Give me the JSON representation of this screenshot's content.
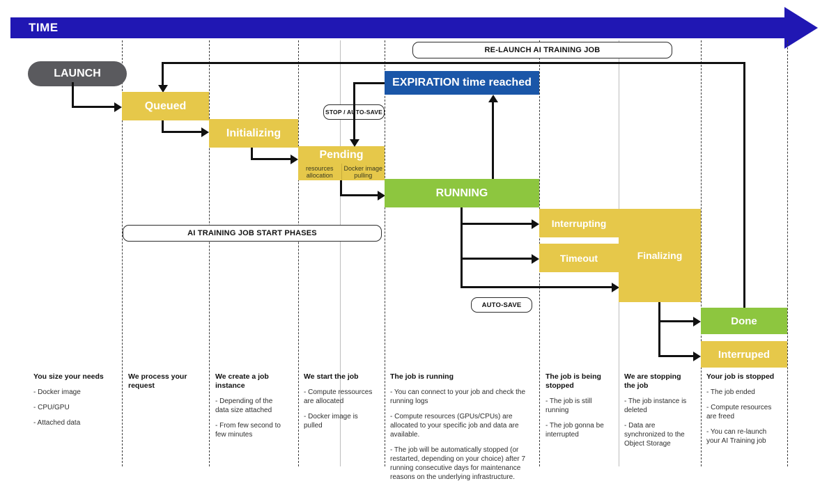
{
  "header": {
    "time_label": "TIME"
  },
  "colors": {
    "banner": "#2017b3",
    "yellow": "#e6c84a",
    "green": "#8dc63f",
    "blue": "#1a56a8",
    "gray": "#5a5a5e"
  },
  "nodes": {
    "launch": "LAUNCH",
    "queued": "Queued",
    "initializing": "Initializing",
    "pending": "Pending",
    "pending_sub_1": "resources allocation",
    "pending_sub_2": "Docker image pulling",
    "expiration": "EXPIRATION time reached",
    "running": "RUNNING",
    "interrupting": "Interrupting",
    "timeout": "Timeout",
    "finalizing": "Finalizing",
    "done": "Done",
    "interrupted": "Interruped"
  },
  "callouts": {
    "relaunch": "RE-LAUNCH AI TRAINING JOB",
    "start_phases": "AI TRAINING JOB START PHASES",
    "stop_autosave": "STOP / AUTO-SAVE",
    "autosave": "AUTO-SAVE"
  },
  "notes": [
    {
      "title": "You size your needs",
      "bullets": [
        "- Docker image",
        "- CPU/GPU",
        "- Attached data"
      ]
    },
    {
      "title": "We process your request",
      "bullets": []
    },
    {
      "title": "We create a job instance",
      "bullets": [
        "- Depending of the data size attached",
        "- From few second to few minutes"
      ]
    },
    {
      "title": "We start the job",
      "bullets": [
        "- Compute ressources are allocated",
        "- Docker image is pulled"
      ]
    },
    {
      "title": "The job is running",
      "bullets": [
        "- You can connect to your job and check the running logs",
        "- Compute resources (GPUs/CPUs) are allocated to your specific job and data are available.",
        "- The job will be automatically stopped (or restarted, depending on your choice) after 7 running consecutive days for maintenance reasons on the underlying infrastructure."
      ]
    },
    {
      "title": "The job is being stopped",
      "bullets": [
        "- The job is still running",
        "- The job gonna be interrupted"
      ]
    },
    {
      "title": "We are stopping the job",
      "bullets": [
        "- The job instance is deleted",
        "- Data are synchronized to the Object Storage"
      ]
    },
    {
      "title": "Your job is stopped",
      "bullets": [
        "- The job ended",
        "- Compute resources are freed",
        "- You can re-launch your AI Training job"
      ]
    }
  ]
}
